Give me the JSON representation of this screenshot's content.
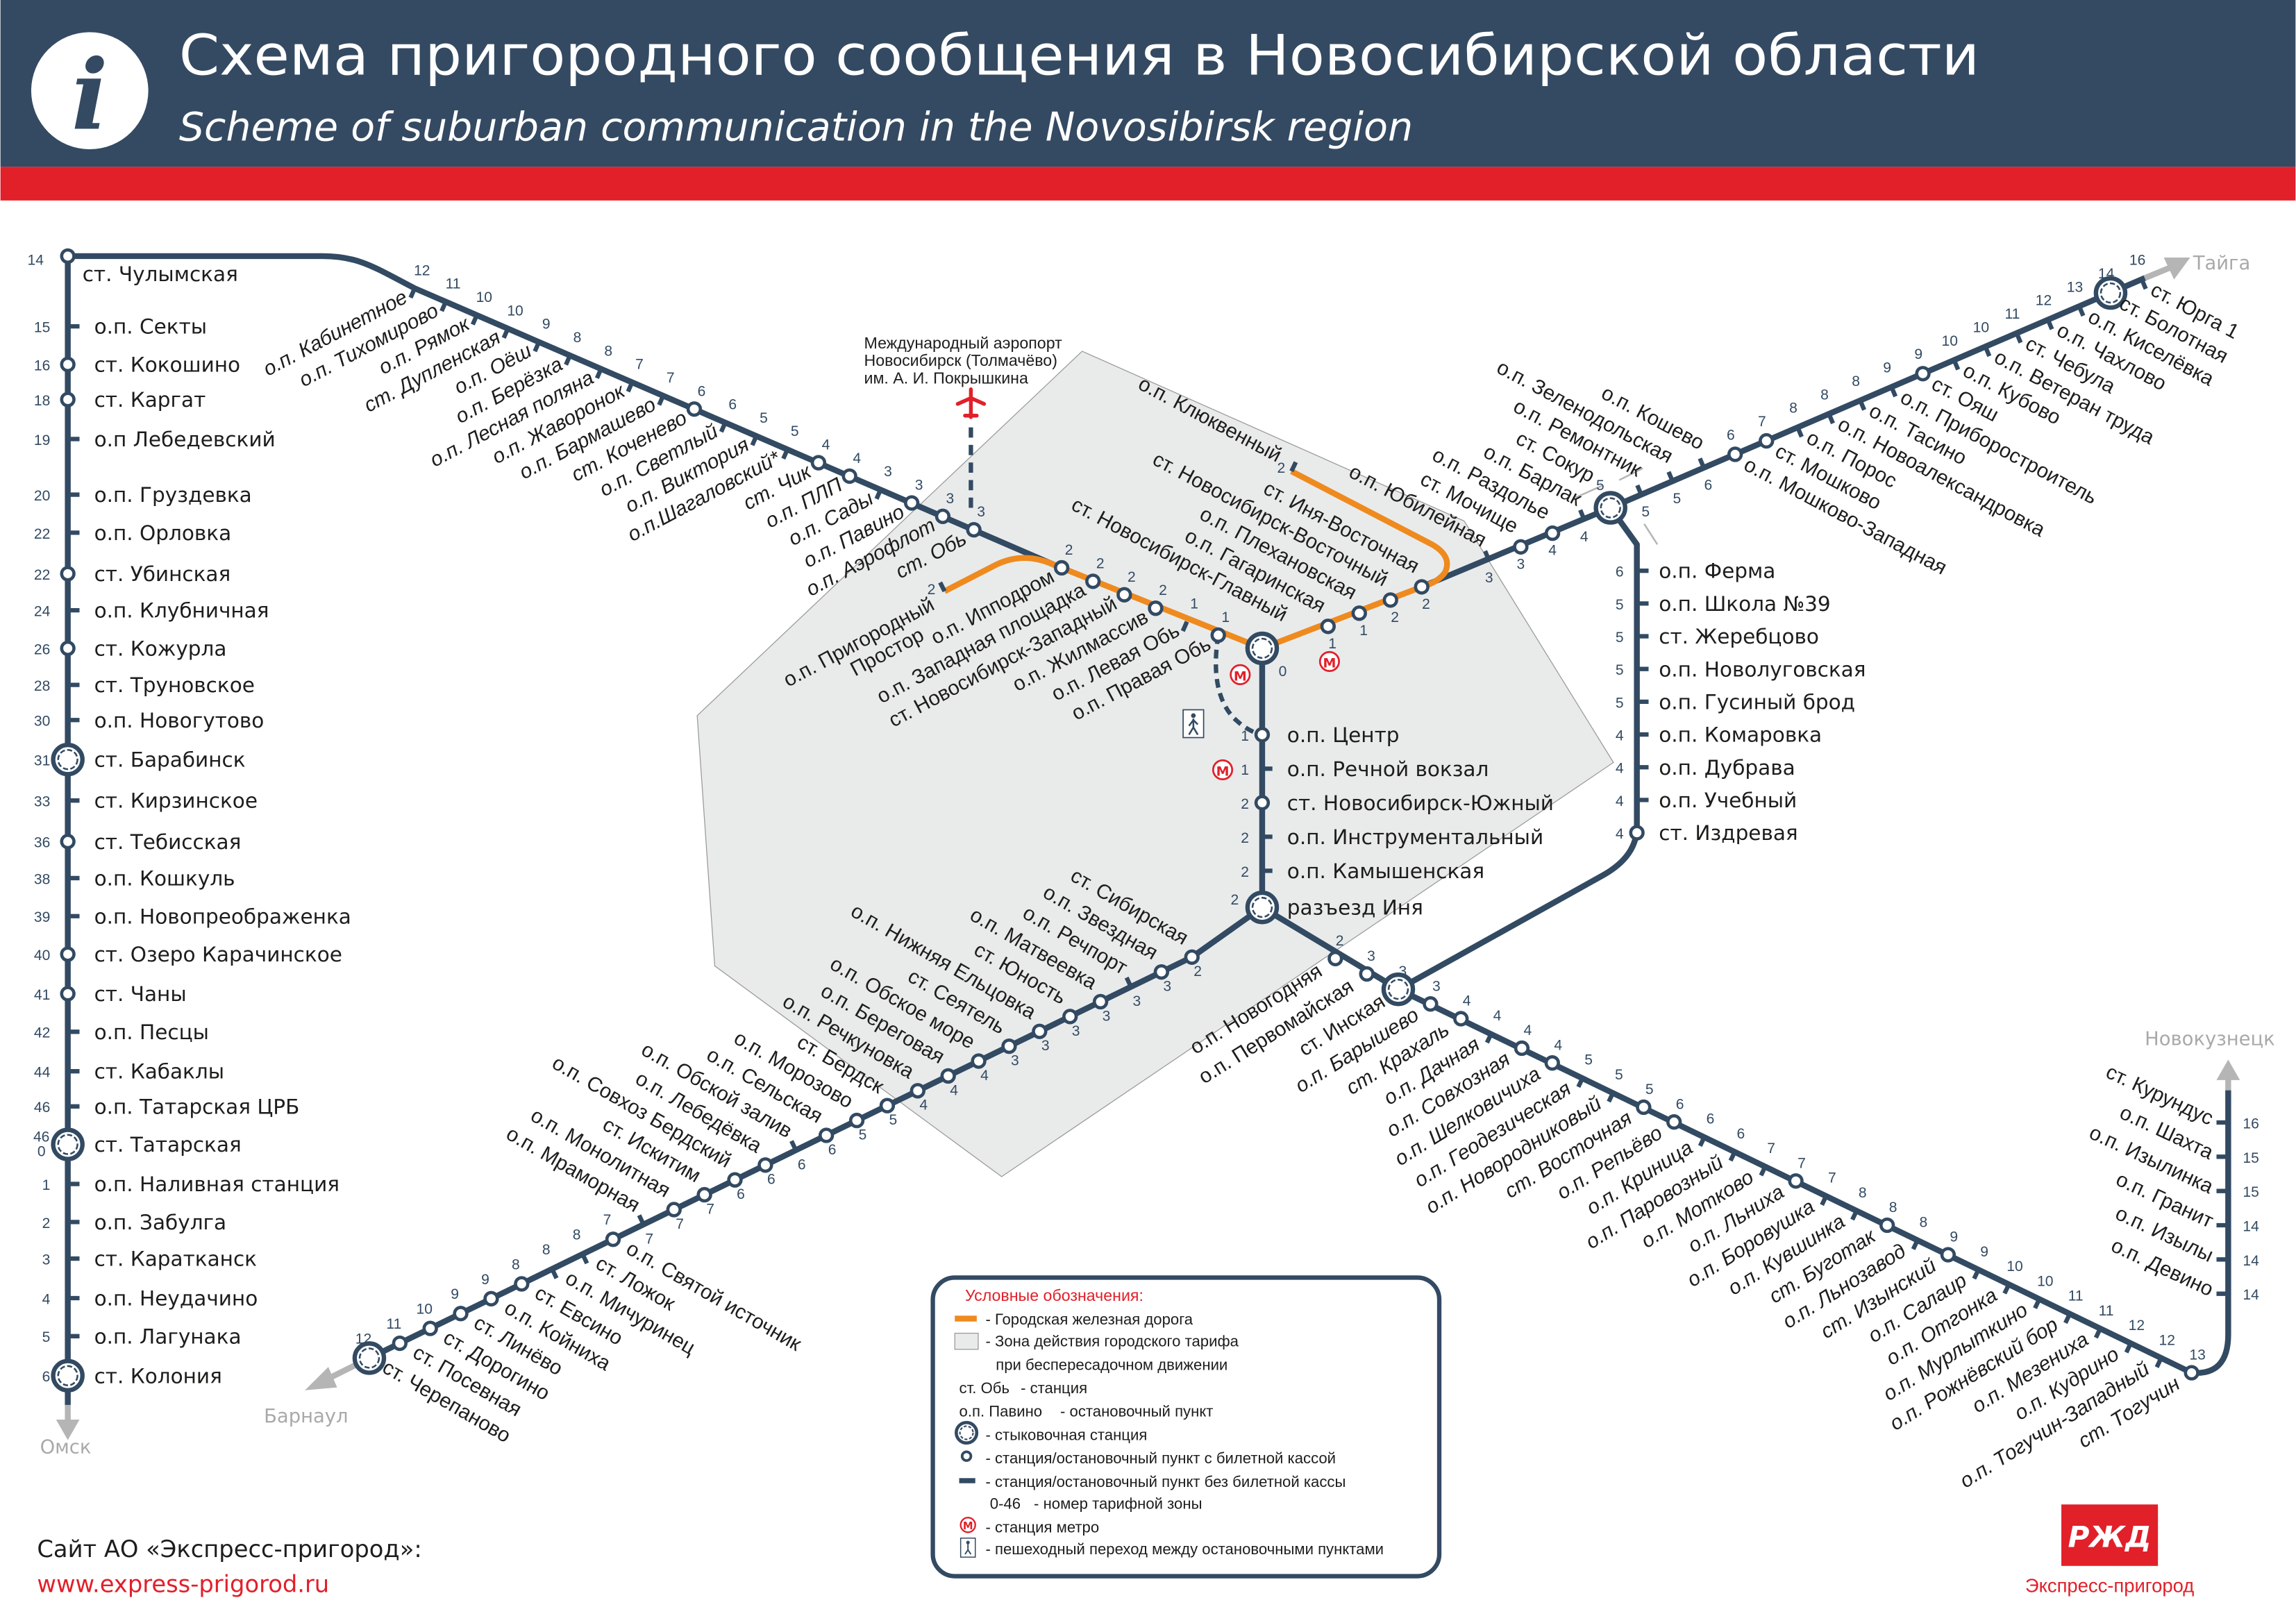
{
  "header": {
    "title": "Схема пригородного сообщения в Новосибирской области",
    "subtitle": "Scheme of suburban communication in the Novosibirsk region",
    "info_icon_glyph": "i"
  },
  "colors": {
    "header": "#344a62",
    "accent_red": "#e1202a",
    "line": "#324a62",
    "city_rail": "#ef8a1f",
    "zone_fill": "#e9ebeb",
    "direction_arrow": "#b5b5b5"
  },
  "airport": {
    "lines": [
      "Международный аэропорт",
      "Новосибирск (Толмачёво)",
      "им. А. И. Покрышкина"
    ]
  },
  "directions": {
    "taiga": "Тайга",
    "omsk": "Омск",
    "barnaul": "Барнаул",
    "novokuznetsk": "Новокузнецк"
  },
  "lines": {
    "west": [
      {
        "n": "ст. Чулымская",
        "z": "14",
        "t": "o"
      },
      {
        "n": "о.п. Секты",
        "z": "15",
        "t": "-"
      },
      {
        "n": "ст. Кокошино",
        "z": "16",
        "t": "o"
      },
      {
        "n": "ст. Каргат",
        "z": "18",
        "t": "o"
      },
      {
        "n": "о.п Лебедевский",
        "z": "19",
        "t": "-"
      },
      {
        "n": "о.п. Груздевка",
        "z": "20",
        "t": "-"
      },
      {
        "n": "о.п. Орловка",
        "z": "22",
        "t": "-"
      },
      {
        "n": "ст. Убинская",
        "z": "22",
        "t": "o"
      },
      {
        "n": "о.п. Клубничная",
        "z": "24",
        "t": "-"
      },
      {
        "n": "ст. Кожурла",
        "z": "26",
        "t": "o"
      },
      {
        "n": "ст. Труновское",
        "z": "28",
        "t": "-"
      },
      {
        "n": "о.п. Новогутово",
        "z": "30",
        "t": "-"
      },
      {
        "n": "ст. Барабинск",
        "z": "31",
        "t": "X"
      },
      {
        "n": "ст. Кирзинское",
        "z": "33",
        "t": "-"
      },
      {
        "n": "ст. Тебисская",
        "z": "36",
        "t": "o"
      },
      {
        "n": "о.п. Кошкуль",
        "z": "38",
        "t": "-"
      },
      {
        "n": "о.п. Новопреображенка",
        "z": "39",
        "t": "-"
      },
      {
        "n": "ст. Озеро Карачинское",
        "z": "40",
        "t": "o"
      },
      {
        "n": "ст. Чаны",
        "z": "41",
        "t": "o"
      },
      {
        "n": "о.п. Песцы",
        "z": "42",
        "t": "-"
      },
      {
        "n": "ст. Кабаклы",
        "z": "44",
        "t": "-"
      },
      {
        "n": "о.п. Татарская ЦРБ",
        "z": "46",
        "t": "-"
      },
      {
        "n": "ст. Татарская",
        "z": "46",
        "z2": "0",
        "t": "X"
      },
      {
        "n": "о.п. Наливная станция",
        "z": "1",
        "t": "-"
      },
      {
        "n": "о.п. Забулга",
        "z": "2",
        "t": "-"
      },
      {
        "n": "ст. Каратканск",
        "z": "3",
        "t": "-"
      },
      {
        "n": "о.п. Неудачино",
        "z": "4",
        "t": "-"
      },
      {
        "n": "о.п. Лагунака",
        "z": "5",
        "t": "-"
      },
      {
        "n": "ст. Колония",
        "z": "6",
        "t": "X"
      }
    ],
    "nw": [
      {
        "n": "о.п. Кабинетное",
        "z": "12",
        "t": "-"
      },
      {
        "n": "о.п. Тихомирово",
        "z": "11",
        "t": "-"
      },
      {
        "n": "о.п. Рямок",
        "z": "10",
        "t": "-"
      },
      {
        "n": "ст. Дупленская",
        "z": "10",
        "t": "-"
      },
      {
        "n": "о.п. Оёш",
        "z": "9",
        "t": "-"
      },
      {
        "n": "о.п. Берёзка",
        "z": "8",
        "t": "-"
      },
      {
        "n": "о.п. Лесная поляна",
        "z": "8",
        "t": "-"
      },
      {
        "n": "о.п. Жаворонок",
        "z": "7",
        "t": "-"
      },
      {
        "n": "о.п. Бармашево",
        "z": "7",
        "t": "-"
      },
      {
        "n": "ст. Коченево",
        "z": "6",
        "t": "o"
      },
      {
        "n": "о.п. Светлый",
        "z": "6",
        "t": "-"
      },
      {
        "n": "о.п. Виктория",
        "z": "5",
        "t": "-"
      },
      {
        "n": "о.п.Шагаловский*",
        "z": "5",
        "t": "-"
      },
      {
        "n": "ст. Чик",
        "z": "4",
        "t": "o"
      },
      {
        "n": "о.п. ПЛП",
        "z": "4",
        "t": "o"
      },
      {
        "n": "о.п. Сады",
        "z": "3",
        "t": "-"
      },
      {
        "n": "о.п. Павино",
        "z": "3",
        "t": "o"
      },
      {
        "n": "о.п. Аэрофлот",
        "z": "3",
        "t": "o"
      },
      {
        "n": "ст. Обь",
        "z": "3",
        "t": "o"
      }
    ],
    "citywest": [
      {
        "n": "о.п. Ипподром",
        "z": "2",
        "t": "o"
      },
      {
        "n": "о.п. Западная площадка",
        "z": "2",
        "t": "o"
      },
      {
        "n": "ст. Новосибирск-Западный",
        "z": "2",
        "t": "o"
      },
      {
        "n": "о.п. Жилмассив",
        "z": "2",
        "t": "o"
      },
      {
        "n": "о.п. Левая Обь",
        "z": "1",
        "t": "-"
      },
      {
        "n": "о.п. Правая Обь",
        "z": "1",
        "t": "o"
      }
    ],
    "prigorod": [
      {
        "n": "о.п. Пригородный",
        "n2": "Простор",
        "z": "2",
        "t": "-"
      }
    ],
    "hub": [
      {
        "n": "ст. Новосибирск-Главный",
        "z": "0",
        "t": "X"
      }
    ],
    "cityeast": [
      {
        "n": "о.п. Гагаринская",
        "z": "1",
        "t": "o"
      },
      {
        "n": "о.п. Плехановская",
        "z": "1",
        "t": "o"
      },
      {
        "n": "ст. Новосибирск-Восточный",
        "z": "2",
        "t": "o"
      },
      {
        "n": "ст. Иня-Восточная",
        "z": "2",
        "t": "o"
      }
    ],
    "klyukvenny": [
      {
        "n": "о.п. Клюквенный",
        "z": "2",
        "t": "-"
      }
    ],
    "neinner": [
      {
        "n": "о.п. Юбилейная",
        "z": "3",
        "t": "-"
      },
      {
        "n": "ст. Мочище",
        "z": "3",
        "t": "o"
      },
      {
        "n": "о.п. Раздолье",
        "z": "4",
        "t": "o"
      },
      {
        "n": "о.п. Барлак",
        "z": "4",
        "t": "-"
      }
    ],
    "sokur": [
      {
        "n": "ст. Сокур",
        "z": "5",
        "t": "X"
      }
    ],
    "neouter": [
      {
        "n": "о.п. Ремонтник",
        "z": "5",
        "t": "-"
      },
      {
        "n": "о.п. Зеленодольская",
        "z": "5",
        "t": "-"
      },
      {
        "n": "о.п. Кошево",
        "z": "6",
        "t": "-"
      },
      {
        "n": "о.п. Мошково-Западная",
        "z": "6",
        "t": "o"
      },
      {
        "n": "ст. Мошково",
        "z": "7",
        "t": "o"
      },
      {
        "n": "о.п. Порос",
        "z": "8",
        "t": "-"
      },
      {
        "n": "о.п. Новоалександровка",
        "z": "8",
        "t": "-"
      },
      {
        "n": "о.п. Тасино",
        "z": "8",
        "t": "-"
      },
      {
        "n": "о.п. Приборостроитель",
        "z": "9",
        "t": "-"
      },
      {
        "n": "ст. Ояш",
        "z": "9",
        "t": "o"
      },
      {
        "n": "о.п. Кубово",
        "z": "10",
        "t": "-"
      },
      {
        "n": "о.п. Ветеран труда",
        "z": "10",
        "t": "-"
      },
      {
        "n": "ст. Чебула",
        "z": "11",
        "t": "-"
      },
      {
        "n": "о.п. Чахлово",
        "z": "12",
        "t": "-"
      },
      {
        "n": "о.п. Киселёвка",
        "z": "13",
        "t": "-"
      },
      {
        "n": "ст. Болотная",
        "z": "14",
        "t": "X"
      },
      {
        "n": "ст. Юрга 1",
        "z": "16",
        "t": "-"
      }
    ],
    "iskitim": [
      {
        "n": "о.п. Ферма",
        "z": "6",
        "t": "-"
      },
      {
        "n": "о.п. Школа №39",
        "z": "5",
        "t": "-"
      },
      {
        "n": "ст. Жеребцово",
        "z": "5",
        "t": "-"
      },
      {
        "n": "о.п. Новолуговская",
        "z": "5",
        "t": "-"
      },
      {
        "n": "о.п. Гусиный брод",
        "z": "5",
        "t": "-"
      },
      {
        "n": "о.п. Комаровка",
        "z": "4",
        "t": "-"
      },
      {
        "n": "о.п. Дубрава",
        "z": "4",
        "t": "-"
      },
      {
        "n": "о.п. Учебный",
        "z": "4",
        "t": "-"
      },
      {
        "n": "ст. Издревая",
        "z": "4",
        "t": "o"
      }
    ],
    "south": [
      {
        "n": "о.п. Центр",
        "z": "1",
        "t": "o"
      },
      {
        "n": "о.п. Речной вокзал",
        "z": "1",
        "t": "-"
      },
      {
        "n": "ст. Новосибирск-Южный",
        "z": "2",
        "t": "o"
      },
      {
        "n": "о.п. Инструментальный",
        "z": "2",
        "t": "-"
      },
      {
        "n": "о.п. Камышенская",
        "z": "2",
        "t": "-"
      }
    ],
    "inya": [
      {
        "n": "разъезд Иня",
        "z": "2",
        "t": "X"
      }
    ],
    "sw": [
      {
        "n": "ст. Сибирская",
        "z": "2",
        "t": "o"
      },
      {
        "n": "о.п. Звездная",
        "z": "3",
        "t": "o"
      },
      {
        "n": "о.п. Речпорт",
        "z": "3",
        "t": "-"
      },
      {
        "n": "о.п. Матвеевка",
        "z": "3",
        "t": "o"
      },
      {
        "n": "ст. Юность",
        "z": "3",
        "t": "o"
      },
      {
        "n": "о.п. Нижняя Ельцовка",
        "z": "3",
        "t": "o"
      },
      {
        "n": "ст. Сеятель",
        "z": "3",
        "t": "o"
      },
      {
        "n": "о.п. Обское море",
        "z": "4",
        "t": "o"
      },
      {
        "n": "о.п. Береговая",
        "z": "4",
        "t": "o"
      },
      {
        "n": "о.п. Речкуновка",
        "z": "4",
        "t": "o"
      },
      {
        "n": "ст. Бердск",
        "z": "5",
        "t": "o"
      },
      {
        "n": "о.п. Морозово",
        "z": "5",
        "t": "o"
      },
      {
        "n": "о.п. Сельская",
        "z": "6",
        "t": "o"
      },
      {
        "n": "о.п. Обской залив",
        "z": "6",
        "t": "-"
      },
      {
        "n": "о.п. Лебедёвка",
        "z": "6",
        "t": "o"
      },
      {
        "n": "о.п. Совхоз Бердский",
        "z": "6",
        "t": "o"
      },
      {
        "n": "ст. Искитим",
        "z": "7",
        "t": "o"
      },
      {
        "n": "о.п. Монолитная",
        "z": "7",
        "t": "o"
      },
      {
        "n": "о.п. Мраморная",
        "z": "7",
        "t": "-"
      },
      {
        "n": "о.п. Святой источник",
        "z": "7",
        "t": "o"
      },
      {
        "n": "ст. Ложок",
        "z": "8",
        "t": "-"
      },
      {
        "n": "о.п. Мичуринец",
        "z": "8",
        "t": "-"
      },
      {
        "n": "ст. Евсино",
        "z": "8",
        "t": "o"
      },
      {
        "n": "о.п. Койниха",
        "z": "9",
        "t": "o"
      },
      {
        "n": "ст. Линёво",
        "z": "9",
        "t": "o"
      },
      {
        "n": "ст. Дорогино",
        "z": "10",
        "t": "o"
      },
      {
        "n": "ст. Посевная",
        "z": "11",
        "t": "o"
      },
      {
        "n": "ст. Черепаново",
        "z": "12",
        "t": "X"
      }
    ],
    "inyaInskaya": [
      {
        "n": "о.п. Новогодняя",
        "z": "2",
        "t": "o"
      },
      {
        "n": "о.п. Первомайская",
        "z": "3",
        "t": "o"
      },
      {
        "n": "ст. Инская",
        "z": "3",
        "t": "X"
      }
    ],
    "se": [
      {
        "n": "о.п. Барышево",
        "z": "3",
        "t": "o"
      },
      {
        "n": "ст. Крахаль",
        "z": "4",
        "t": "o"
      },
      {
        "n": "о.п. Дачная",
        "z": "4",
        "t": "-"
      },
      {
        "n": "о.п. Совхозная",
        "z": "4",
        "t": "o"
      },
      {
        "n": "о.п. Шелковичиха",
        "z": "4",
        "t": "o"
      },
      {
        "n": "о.п. Геодезическая",
        "z": "5",
        "t": "-"
      },
      {
        "n": "о.п. Новородниковый",
        "z": "5",
        "t": "-"
      },
      {
        "n": "ст. Восточная",
        "z": "5",
        "t": "o"
      },
      {
        "n": "о.п. Репьёво",
        "z": "6",
        "t": "o"
      },
      {
        "n": "о.п. Криница",
        "z": "6",
        "t": "-"
      },
      {
        "n": "о.п. Паровозный",
        "z": "6",
        "t": "-"
      },
      {
        "n": "о.п. Мотково",
        "z": "7",
        "t": "-"
      },
      {
        "n": "о.п. Льниха",
        "z": "7",
        "t": "o"
      },
      {
        "n": "о.п. Боровушка",
        "z": "7",
        "t": "-"
      },
      {
        "n": "о.п. Кувшинка",
        "z": "8",
        "t": "-"
      },
      {
        "n": "ст. Буготак",
        "z": "8",
        "t": "o"
      },
      {
        "n": "о.п. Льнозавод",
        "z": "8",
        "t": "-"
      },
      {
        "n": "ст. Изынский",
        "z": "9",
        "t": "o"
      },
      {
        "n": "о.п. Салаир",
        "z": "9",
        "t": "-"
      },
      {
        "n": "о.п. Отгонка",
        "z": "10",
        "t": "-"
      },
      {
        "n": "о.п. Мурлыткино",
        "z": "10",
        "t": "-"
      },
      {
        "n": "о.п. Рожнёвский бор",
        "z": "11",
        "t": "-"
      },
      {
        "n": "о.п. Мезениха",
        "z": "11",
        "t": "-"
      },
      {
        "n": "о.п. Кудрино",
        "z": "12",
        "t": "-"
      },
      {
        "n": "о.п. Тогучин-Западный",
        "z": "12",
        "t": "-"
      },
      {
        "n": "ст. Тогучин",
        "z": "13",
        "t": "o"
      }
    ],
    "novokuznetsk": [
      {
        "n": "ст. Курундус",
        "z": "16",
        "t": "-"
      },
      {
        "n": "о.п. Шахта",
        "z": "15",
        "t": "-"
      },
      {
        "n": "о.п. Изылинка",
        "z": "15",
        "t": "-"
      },
      {
        "n": "о.п. Гранит",
        "z": "14",
        "t": "-"
      },
      {
        "n": "о.п. Изылы",
        "z": "14",
        "t": "-"
      },
      {
        "n": "о.п. Девино",
        "z": "14",
        "t": "-"
      }
    ]
  },
  "legend": {
    "title": "Условные обозначения:",
    "city_rail": "- Городская железная дорога",
    "zone_1": "- Зона действия городского тарифа",
    "zone_2": "при беспересадочном движении",
    "station_example": "ст. Обь",
    "station_desc": "- станция",
    "stop_example": "о.п. Павино",
    "stop_desc": "- остановочный пункт",
    "interchange": "- стыковочная станция",
    "with_office": "- станция/остановочный пункт с билетной кассой",
    "without_office": "- станция/остановочный пункт без билетной кассы",
    "zone_range": "0-46",
    "zone_desc": "- номер тарифной зоны",
    "metro_glyph": "М",
    "metro": "- станция метро",
    "pedestrian": "- пешеходный переход между остановочными пунктами"
  },
  "footer": {
    "site_label": "Сайт АО «Экспресс-пригород»:",
    "url": "www.express-prigorod.ru",
    "logo_text": "РЖД",
    "brand": "Экспресс-пригород"
  }
}
